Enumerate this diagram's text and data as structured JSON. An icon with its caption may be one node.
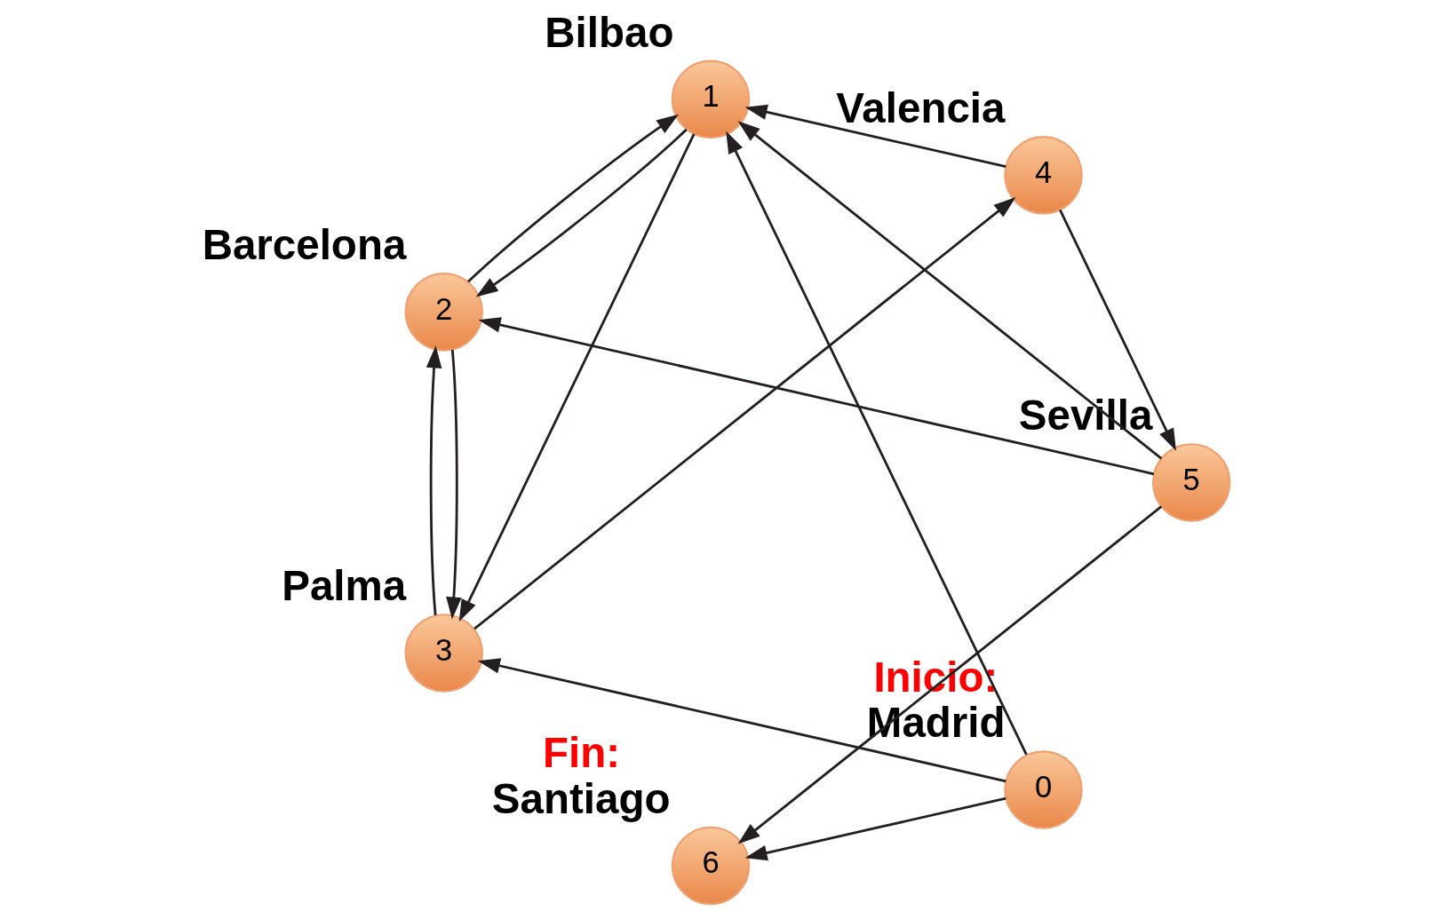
{
  "diagram": {
    "nodes": [
      {
        "text": [
          "0"
        ],
        "beside": [
          "Inicio:",
          "Madrid"
        ]
      },
      {
        "text": [
          "1"
        ],
        "beside": [
          "Bilbao"
        ]
      },
      {
        "text": [
          "2"
        ],
        "beside": [
          "Barcelona"
        ]
      },
      {
        "text": [
          "3"
        ],
        "beside": [
          "Palma"
        ]
      },
      {
        "text": [
          "4"
        ],
        "beside": [
          "Valencia"
        ]
      },
      {
        "text": [
          "5"
        ],
        "beside": [
          "Sevilla"
        ]
      },
      {
        "text": [
          "6"
        ],
        "beside": [
          "Fin:",
          "Santiago"
        ]
      }
    ],
    "edges": [
      {
        "from": 0,
        "to": 3,
        "arrow": "to"
      },
      {
        "from": 0,
        "to": 1,
        "arrow": "to"
      },
      {
        "from": 0,
        "to": 6,
        "arrow": "to"
      },
      {
        "from": 3,
        "to": 4,
        "arrow": "to"
      },
      {
        "from": 4,
        "to": 1,
        "arrow": "to"
      },
      {
        "from": 1,
        "to": 3,
        "arrow": "to"
      },
      {
        "from": 4,
        "to": 5,
        "arrow": "to"
      },
      {
        "from": 3,
        "to": 2,
        "arrow": "to"
      },
      {
        "from": 2,
        "to": 3,
        "arrow": "to"
      },
      {
        "from": 1,
        "to": 2,
        "arrow": "to"
      },
      {
        "from": 2,
        "to": 1,
        "arrow": "to"
      },
      {
        "from": 5,
        "to": 2,
        "arrow": "to"
      },
      {
        "from": 5,
        "to": 1,
        "arrow": "to"
      },
      {
        "from": 5,
        "to": 6,
        "arrow": "to"
      }
    ]
  }
}
